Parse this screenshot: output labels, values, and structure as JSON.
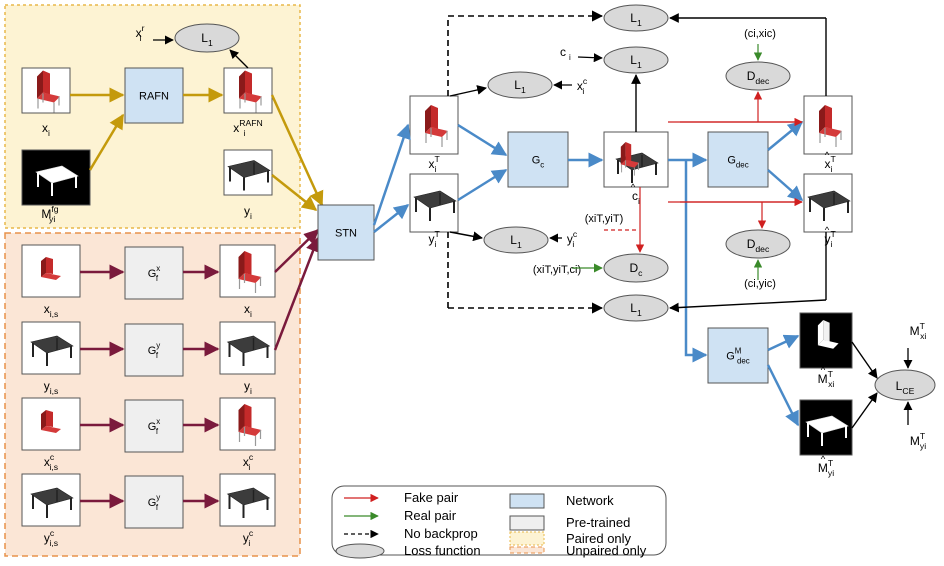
{
  "networks": {
    "rafn": "RAFN",
    "stn": "STN",
    "gc": {
      "base": "G",
      "sub": "c"
    },
    "gdec": {
      "base": "G",
      "sub": "dec"
    },
    "gmdec": {
      "base": "G",
      "sup": "M",
      "sub": "dec"
    },
    "gfx": {
      "base": "G",
      "sub": "f",
      "sup": "x"
    },
    "gfy": {
      "base": "G",
      "sub": "f",
      "sup": "y"
    }
  },
  "losses": {
    "l1": {
      "base": "L",
      "sub": "1"
    },
    "dc": {
      "base": "D",
      "sub": "c"
    },
    "ddec": {
      "base": "D",
      "sub": "dec"
    },
    "lce": {
      "base": "L",
      "sub": "CE"
    }
  },
  "labels": {
    "xi": {
      "base": "x",
      "sub": "i"
    },
    "xi_rafn": {
      "base": "x",
      "sub": "i",
      "sup": "RAFN"
    },
    "yi": {
      "base": "y",
      "sub": "i"
    },
    "myi_fg": {
      "base": "M",
      "sub": "yi",
      "sup": "fg"
    },
    "xi_r": {
      "base": "x",
      "sub": "i",
      "sup": "r"
    },
    "xis": {
      "base": "x",
      "sub": "i,s"
    },
    "yis": {
      "base": "y",
      "sub": "i,s"
    },
    "xis_c": {
      "base": "x",
      "sub": "i,s",
      "sup": "c"
    },
    "xi_c": {
      "base": "x",
      "sub": "i",
      "sup": "c"
    },
    "yis_c": {
      "base": "y",
      "sub": "i,s",
      "sup": "c"
    },
    "yi_c": {
      "base": "y",
      "sub": "i",
      "sup": "c"
    },
    "xiT": {
      "base": "x",
      "sub": "i",
      "sup": "T"
    },
    "yiT": {
      "base": "y",
      "sub": "i",
      "sup": "T"
    },
    "ci": {
      "base": "c",
      "sub": "i"
    },
    "ci_hat": {
      "base": "c",
      "sub": "i",
      "hat": true
    },
    "xiT_hat": {
      "base": "x",
      "sub": "i",
      "sup": "T",
      "hat": true
    },
    "yiT_hat": {
      "base": "y",
      "sub": "i",
      "sup": "T",
      "hat": true
    },
    "ci_top": {
      "base": "c",
      "sub": "i"
    },
    "xic_top": {
      "base": "x",
      "sub": "i",
      "sup": "c"
    },
    "yic_mid": {
      "base": "y",
      "sub": "i",
      "sup": "c"
    },
    "pair_xTyT": "(xiT,yiT)",
    "triple_dc": "(xiT,yiT,ci)",
    "pair_cixic": "(ci,xic)",
    "pair_ciyic": "(ci,yic)",
    "mxi_hat": {
      "base": "M",
      "sub": "xi",
      "sup": "T",
      "hat": true
    },
    "myi_hat": {
      "base": "M",
      "sub": "yi",
      "sup": "T",
      "hat": true
    },
    "mxiT": {
      "base": "M",
      "sub": "xi",
      "sup": "T"
    },
    "myiT": {
      "base": "M",
      "sub": "yi",
      "sup": "T"
    }
  },
  "legend": {
    "fake_pair": "Fake pair",
    "real_pair": "Real pair",
    "no_backprop": "No backprop",
    "loss_function": "Loss function",
    "network": "Network",
    "pretrained": "Pre-trained",
    "paired_only": "Paired only",
    "unpaired_only": "Unpaired only"
  },
  "colors": {
    "paired_bg": "#fdf3d3",
    "paired_border": "#e8b84a",
    "unpaired_bg": "#fbe6d6",
    "unpaired_border": "#e8924a",
    "network_fill": "#cfe2f3",
    "pretrained_fill": "#efefef",
    "loss_fill": "#d9d9d9",
    "gold_arrow": "#c49a0c",
    "maroon_arrow": "#7a1a3c",
    "blue_arrow": "#4a8ac8",
    "red_arrow": "#d02020",
    "green_arrow": "#3a8a2a",
    "chair_red": "#c42a2a",
    "table_dark": "#3c3c3c"
  }
}
